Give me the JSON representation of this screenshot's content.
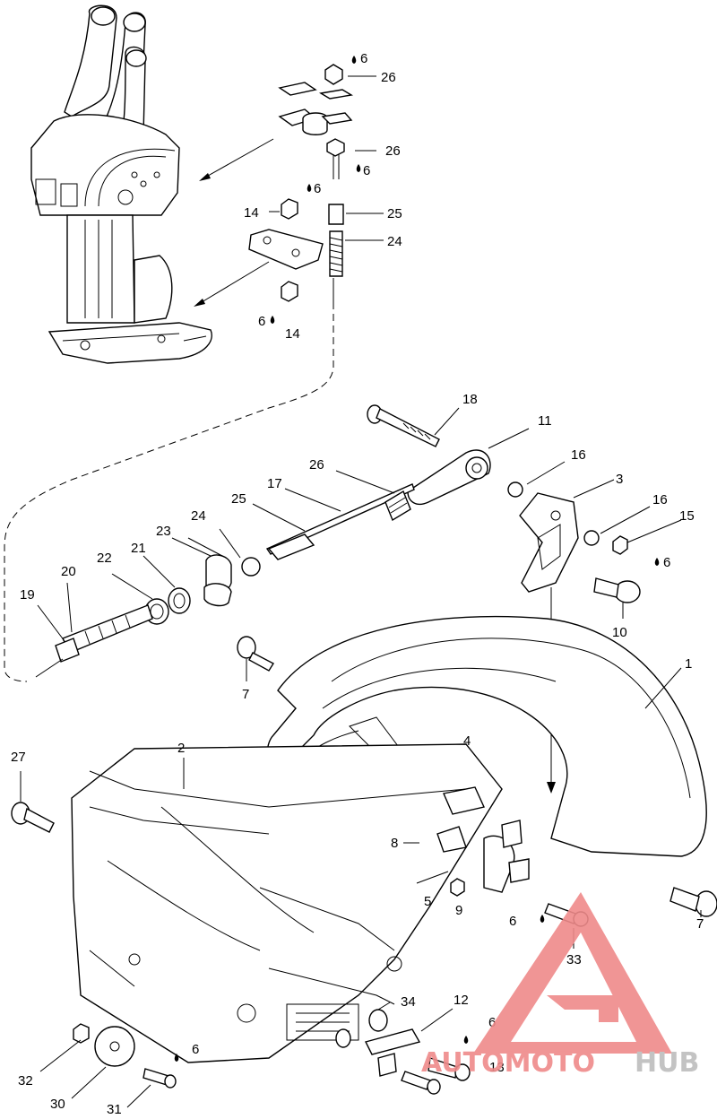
{
  "diagram": {
    "callouts": [
      {
        "id": "c6a",
        "label": "6"
      },
      {
        "id": "c26a",
        "label": "26"
      },
      {
        "id": "c26b",
        "label": "26"
      },
      {
        "id": "c6b",
        "label": "6"
      },
      {
        "id": "c6c",
        "label": "6"
      },
      {
        "id": "c14a",
        "label": "14"
      },
      {
        "id": "c25a",
        "label": "25"
      },
      {
        "id": "c24a",
        "label": "24"
      },
      {
        "id": "c6d",
        "label": "6"
      },
      {
        "id": "c14b",
        "label": "14"
      },
      {
        "id": "c18",
        "label": "18"
      },
      {
        "id": "c11",
        "label": "11"
      },
      {
        "id": "c26c",
        "label": "26"
      },
      {
        "id": "c16a",
        "label": "16"
      },
      {
        "id": "c17",
        "label": "17"
      },
      {
        "id": "c3",
        "label": "3"
      },
      {
        "id": "c25b",
        "label": "25"
      },
      {
        "id": "c16b",
        "label": "16"
      },
      {
        "id": "c15",
        "label": "15"
      },
      {
        "id": "c24b",
        "label": "24"
      },
      {
        "id": "c23",
        "label": "23"
      },
      {
        "id": "c6e",
        "label": "6"
      },
      {
        "id": "c21",
        "label": "21"
      },
      {
        "id": "c22",
        "label": "22"
      },
      {
        "id": "c20",
        "label": "20"
      },
      {
        "id": "c10",
        "label": "10"
      },
      {
        "id": "c19",
        "label": "19"
      },
      {
        "id": "c7a",
        "label": "7"
      },
      {
        "id": "c1",
        "label": "1"
      },
      {
        "id": "c4",
        "label": "4"
      },
      {
        "id": "c2",
        "label": "2"
      },
      {
        "id": "c27",
        "label": "27"
      },
      {
        "id": "c8",
        "label": "8"
      },
      {
        "id": "c5",
        "label": "5"
      },
      {
        "id": "c9",
        "label": "9"
      },
      {
        "id": "c7b",
        "label": "7"
      },
      {
        "id": "c6f",
        "label": "6"
      },
      {
        "id": "c33",
        "label": "33"
      },
      {
        "id": "c34",
        "label": "34"
      },
      {
        "id": "c12",
        "label": "12"
      },
      {
        "id": "c6g",
        "label": "6"
      },
      {
        "id": "c6h",
        "label": "6"
      },
      {
        "id": "c13",
        "label": "13"
      },
      {
        "id": "c32",
        "label": "32"
      },
      {
        "id": "c30",
        "label": "30"
      },
      {
        "id": "c31",
        "label": "31"
      }
    ]
  },
  "watermark": {
    "brand_part1": "AUTOMOTO",
    "brand_part2": "HUB",
    "color_primary": "#ef8a8a",
    "color_secondary": "#bdbdbd"
  }
}
